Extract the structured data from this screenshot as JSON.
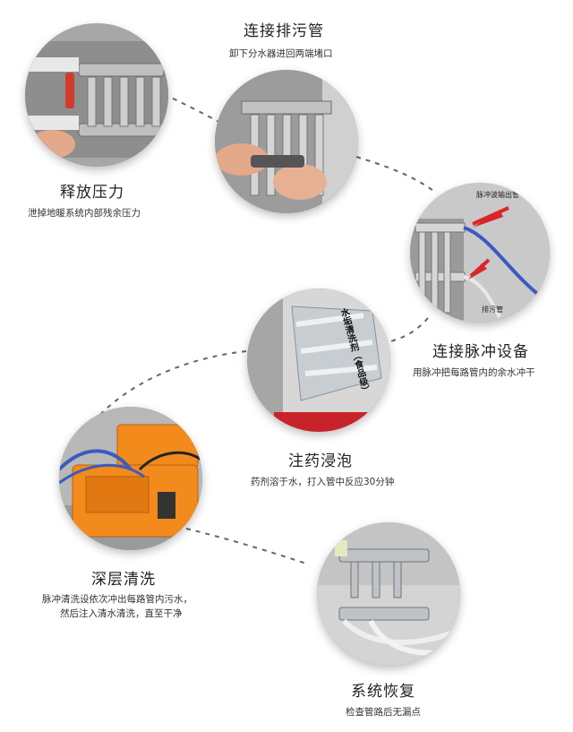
{
  "steps": [
    {
      "title": "释放压力",
      "desc": [
        "泄掉地暖系统内部残余压力"
      ]
    },
    {
      "title": "连接排污管",
      "desc": [
        "卸下分水器进回两端堵口"
      ]
    },
    {
      "title": "连接脉冲设备",
      "desc": [
        "用脉冲把每路管内的余水冲干"
      ],
      "labels": [
        "脉冲波输出管",
        "排污管"
      ]
    },
    {
      "title": "注药浸泡",
      "desc": [
        "药剂溶于水，打入管中反应30分钟"
      ],
      "bag_text": "水垢清洗剂（食品级）"
    },
    {
      "title": "深层清洗",
      "desc": [
        "脉冲清洗设依次冲出每路管内污水，",
        "然后注入清水清洗，直至干净"
      ]
    },
    {
      "title": "系统恢复",
      "desc": [
        "检查管路后无漏点"
      ]
    }
  ],
  "colors": {
    "arrow": "#d9262a",
    "line": "#666666",
    "box": "#f28a1c",
    "hose": "#3a5bbf"
  }
}
